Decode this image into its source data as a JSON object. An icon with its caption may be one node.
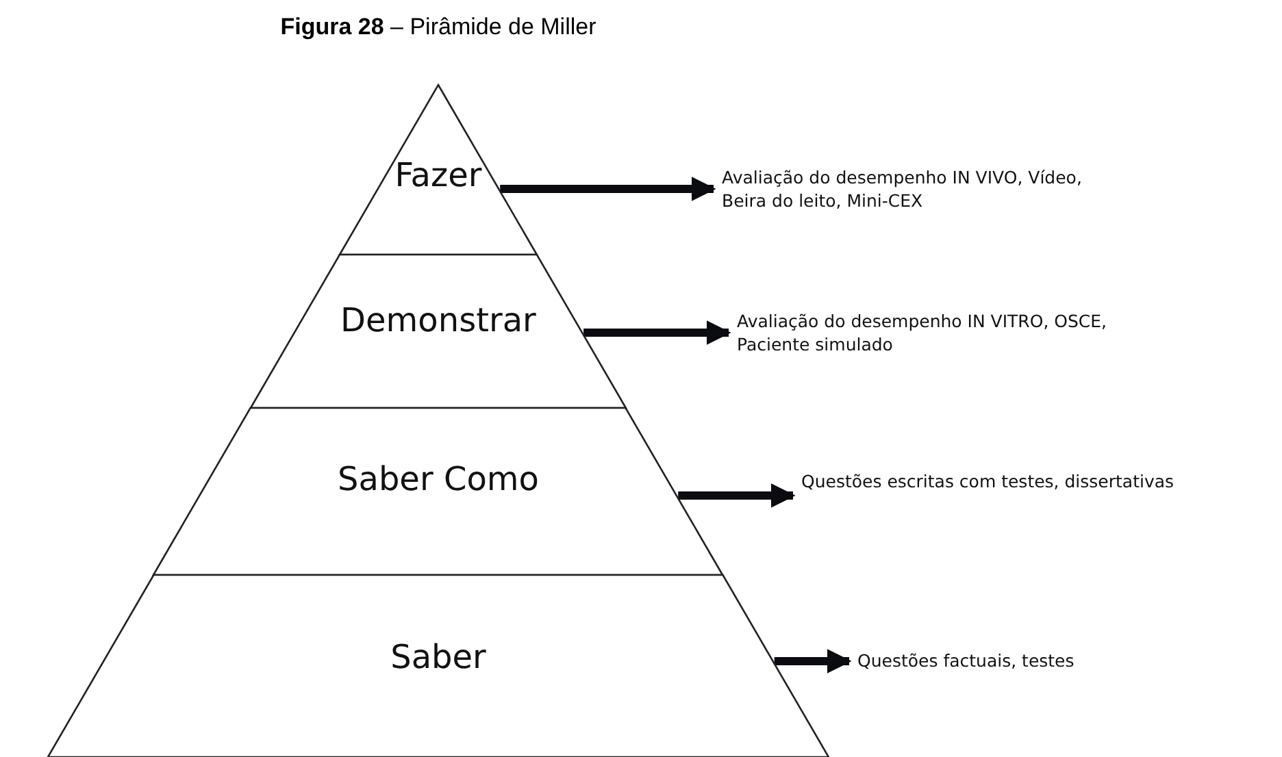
{
  "diagram": {
    "title": "**Figura 28** – Pirâmide de Miller",
    "nodes": [
      {
        "text": [
          "Fazer"
        ]
      },
      {
        "text": [
          "Demonstrar"
        ]
      },
      {
        "text": [
          "Saber Como"
        ]
      },
      {
        "text": [
          "Saber"
        ]
      },
      {
        "text": [
          "Avaliação do desempenho IN VIVO, Vídeo, Beira do leito, Mini-CEX"
        ]
      },
      {
        "text": [
          "Avaliação do desempenho IN VITRO, OSCE, Paciente simulado"
        ]
      },
      {
        "text": [
          "Questões escritas com testes, dissertativas"
        ]
      },
      {
        "text": [
          "Questões factuais, testes"
        ]
      }
    ],
    "edges": [
      {
        "from": 0,
        "to": 4,
        "arrow": "to"
      },
      {
        "from": 1,
        "to": 5,
        "arrow": "to"
      },
      {
        "from": 2,
        "to": 6,
        "arrow": "to"
      },
      {
        "from": 3,
        "to": 7,
        "arrow": "to"
      }
    ]
  }
}
